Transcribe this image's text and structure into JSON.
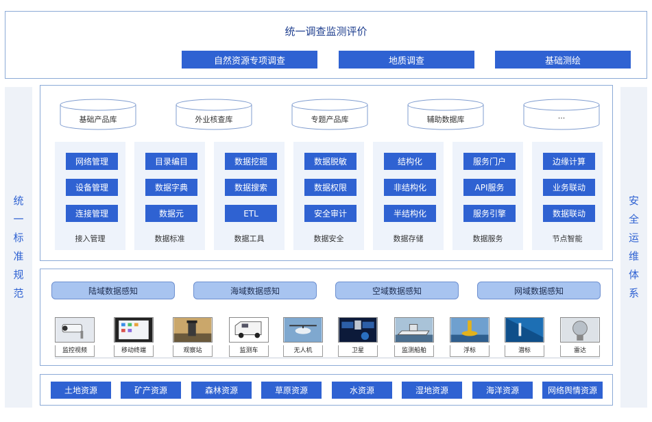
{
  "top": {
    "title": "统一调查监测评价",
    "buttons": [
      "自然资源专项调查",
      "地质调查",
      "基础测绘"
    ]
  },
  "left_side": [
    "统",
    "一",
    "标",
    "准",
    "规",
    "范"
  ],
  "right_side": [
    "安",
    "全",
    "运",
    "维",
    "体",
    "系"
  ],
  "databases": [
    "基础产品库",
    "外业核查库",
    "专题产品库",
    "辅助数据库",
    "···"
  ],
  "modules": [
    {
      "items": [
        "网络管理",
        "设备管理",
        "连接管理"
      ],
      "caption": "接入管理"
    },
    {
      "items": [
        "目录编目",
        "数据字典",
        "数据元"
      ],
      "caption": "数据标准"
    },
    {
      "items": [
        "数据挖掘",
        "数据搜索",
        "ETL"
      ],
      "caption": "数据工具"
    },
    {
      "items": [
        "数据脱敏",
        "数据权限",
        "安全审计"
      ],
      "caption": "数据安全"
    },
    {
      "items": [
        "结构化",
        "非结构化",
        "半结构化"
      ],
      "caption": "数据存储"
    },
    {
      "items": [
        "服务门户",
        "API服务",
        "服务引擎"
      ],
      "caption": "数据服务"
    },
    {
      "items": [
        "边缘计算",
        "业务联动",
        "数据联动"
      ],
      "caption": "节点智能"
    }
  ],
  "sensing": [
    "陆域数据感知",
    "海域数据感知",
    "空域数据感知",
    "网域数据感知"
  ],
  "devices": [
    "监控视频",
    "移动终端",
    "观察站",
    "监测车",
    "无人机",
    "卫星",
    "监测船舶",
    "浮标",
    "潜标",
    "雷达"
  ],
  "resources": [
    "土地资源",
    "矿产资源",
    "森林资源",
    "草原资源",
    "水资源",
    "湿地资源",
    "海洋资源",
    "网络舆情资源"
  ]
}
